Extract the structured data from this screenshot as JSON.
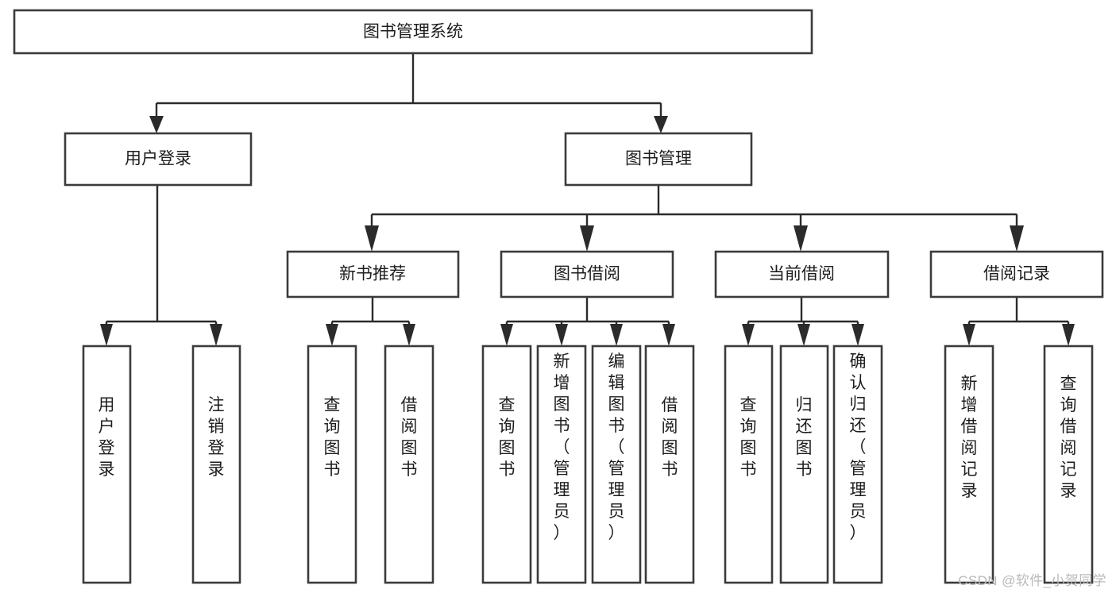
{
  "diagram": {
    "title": "图书管理系统",
    "type": "tree",
    "watermark": "CSDN @软件_小贺同学",
    "levels": {
      "root": "图书管理系统",
      "level2": [
        "用户登录",
        "图书管理"
      ],
      "level3": [
        "新书推荐",
        "图书借阅",
        "当前借阅",
        "借阅记录"
      ],
      "level4_groups": [
        {
          "parent": "用户登录",
          "leaves": [
            "用户登录",
            "注销登录"
          ]
        },
        {
          "parent": "新书推荐",
          "leaves": [
            "查询图书",
            "借阅图书"
          ]
        },
        {
          "parent": "图书借阅",
          "leaves": [
            "查询图书",
            "新增图书（管理员）",
            "编辑图书（管理员）",
            "借阅图书"
          ]
        },
        {
          "parent": "当前借阅",
          "leaves": [
            "查询图书",
            "归还图书",
            "确认归还（管理员）"
          ]
        },
        {
          "parent": "借阅记录",
          "leaves": [
            "新增借阅记录",
            "查询借阅记录"
          ]
        }
      ]
    },
    "nodes": {
      "root": {
        "label": "图书管理系统"
      },
      "user_login": {
        "label": "用户登录"
      },
      "book_manage": {
        "label": "图书管理"
      },
      "new_book_rec": {
        "label": "新书推荐"
      },
      "book_borrow": {
        "label": "图书借阅"
      },
      "current_borrow": {
        "label": "当前借阅"
      },
      "borrow_record": {
        "label": "借阅记录"
      },
      "leaf_user_login": {
        "label": "用户登录"
      },
      "leaf_logout": {
        "label": "注销登录"
      },
      "leaf_query_book_1": {
        "label": "查询图书"
      },
      "leaf_borrow_book_1": {
        "label": "借阅图书"
      },
      "leaf_query_book_2": {
        "label": "查询图书"
      },
      "leaf_add_book": {
        "label": "新增图书（管理员）"
      },
      "leaf_edit_book": {
        "label": "编辑图书（管理员）"
      },
      "leaf_borrow_book_2": {
        "label": "借阅图书"
      },
      "leaf_query_book_3": {
        "label": "查询图书"
      },
      "leaf_return_book": {
        "label": "归还图书"
      },
      "leaf_confirm_return": {
        "label": "确认归还（管理员）"
      },
      "leaf_add_record": {
        "label": "新增借阅记录"
      },
      "leaf_query_record": {
        "label": "查询借阅记录"
      }
    },
    "colors": {
      "box_stroke": "#3b3b3b",
      "box_fill": "#ffffff",
      "connector": "#2b2b2b",
      "text": "#1d1d1d",
      "watermark": "#b9b9b9",
      "background": "#ffffff"
    }
  }
}
